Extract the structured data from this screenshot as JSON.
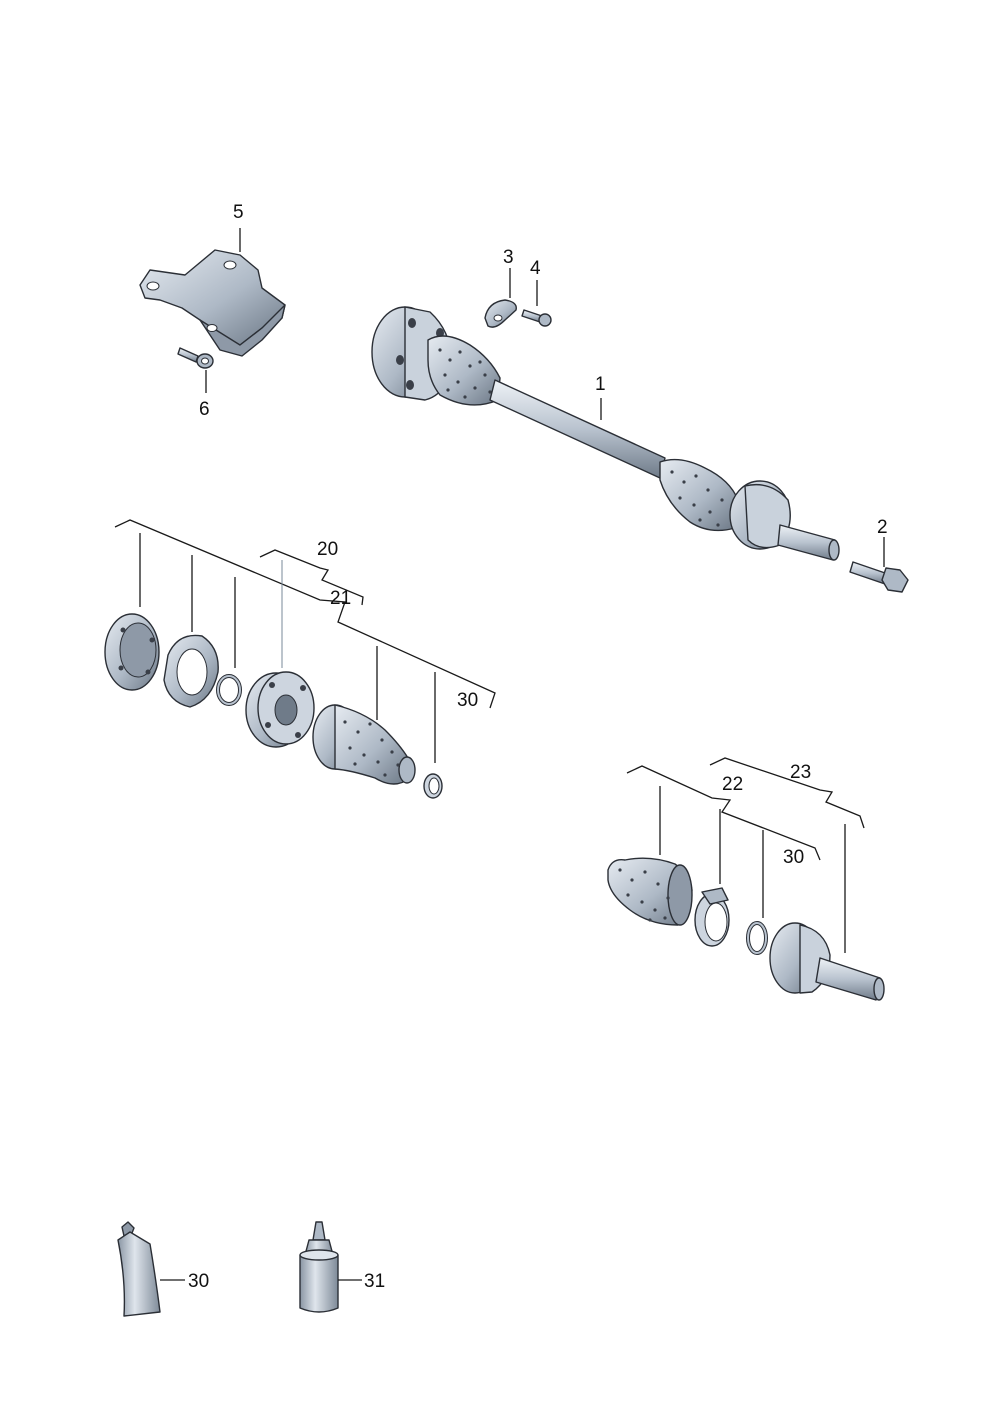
{
  "callouts": {
    "c1": "1",
    "c2": "2",
    "c3": "3",
    "c4": "4",
    "c5": "5",
    "c6": "6",
    "c20": "20",
    "c21": "21",
    "c22": "22",
    "c23": "23",
    "c30a": "30",
    "c30b": "30",
    "c30c": "30",
    "c31": "31"
  },
  "colors": {
    "part_fill": "#b9c3cf",
    "part_light": "#dfe5ec",
    "part_dark": "#6f7b89",
    "outline": "#2b2f36",
    "label": "#111111"
  }
}
